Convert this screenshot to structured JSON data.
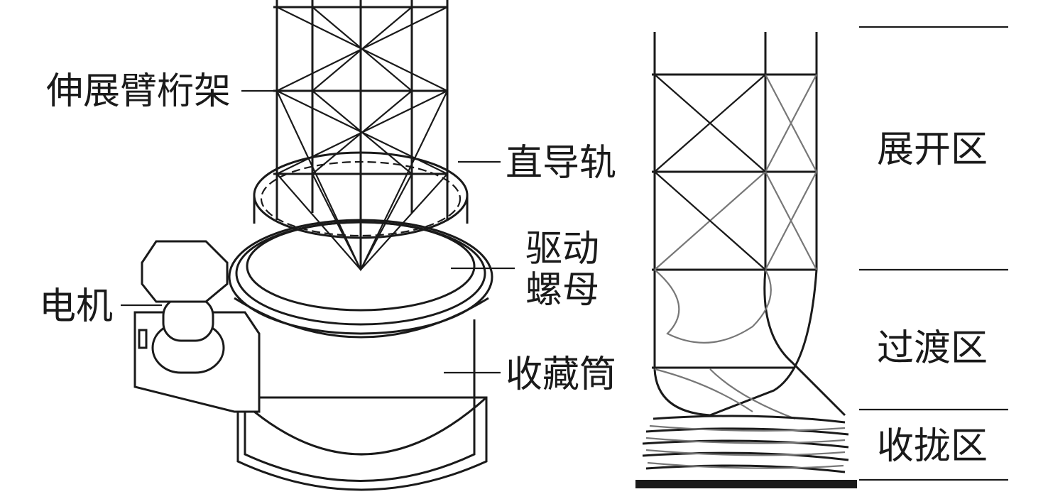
{
  "left_figure": {
    "labels": {
      "truss": "伸展臂桁架",
      "rail": "直导轨",
      "nut_line1": "驱动",
      "nut_line2": "螺母",
      "canister": "收藏筒",
      "motor": "电机"
    }
  },
  "right_figure": {
    "zones": {
      "deployed": "展开区",
      "transition": "过渡区",
      "stowed": "收拢区"
    }
  }
}
